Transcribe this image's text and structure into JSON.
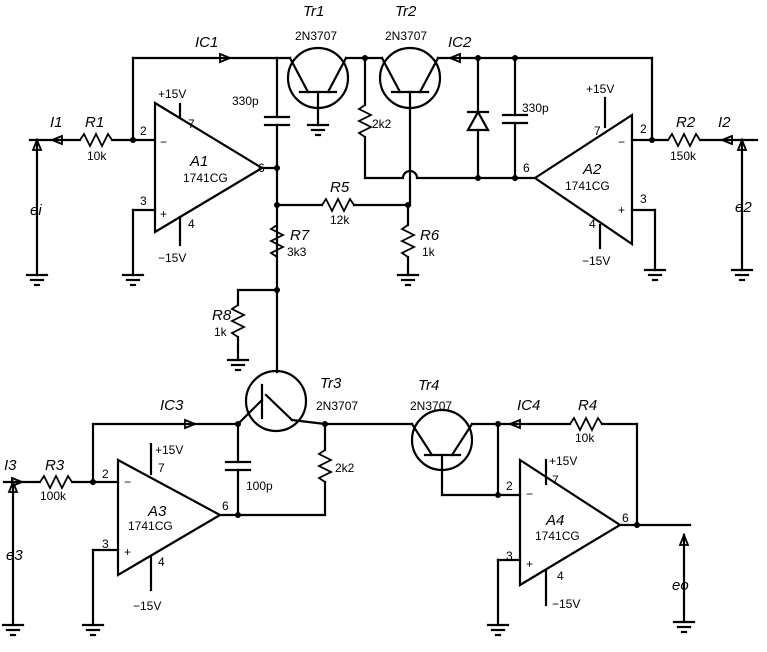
{
  "amp_a1": {
    "label": "A1",
    "part": "1741CG",
    "pos_pin": "7",
    "neg_pin": "4",
    "in_minus": "2",
    "in_plus": "3",
    "out_pin": "6",
    "vpos": "+15V",
    "vneg": "−15V"
  },
  "amp_a2": {
    "label": "A2",
    "part": "1741CG",
    "pos_pin": "7",
    "neg_pin": "4",
    "in_minus": "2",
    "in_plus": "3",
    "out_pin": "6",
    "vpos": "+15V",
    "vneg": "−15V"
  },
  "amp_a3": {
    "label": "A3",
    "part": "1741CG",
    "pos_pin": "7",
    "neg_pin": "4",
    "in_minus": "2",
    "in_plus": "3",
    "out_pin": "6",
    "vpos": "+15V",
    "vneg": "−15V"
  },
  "amp_a4": {
    "label": "A4",
    "part": "1741CG",
    "pos_pin": "7",
    "neg_pin": "4",
    "in_minus": "2",
    "in_plus": "3",
    "out_pin": "6",
    "vpos": "+15V",
    "vneg": "−15V"
  },
  "transistors": {
    "tr1": {
      "label": "Tr1",
      "part": "2N3707"
    },
    "tr2": {
      "label": "Tr2",
      "part": "2N3707"
    },
    "tr3": {
      "label": "Tr3",
      "part": "2N3707"
    },
    "tr4": {
      "label": "Tr4",
      "part": "2N3707"
    }
  },
  "resistors": {
    "r1": {
      "label": "R1",
      "value": "10k"
    },
    "r2": {
      "label": "R2",
      "value": "150k"
    },
    "r3": {
      "label": "R3",
      "value": "100k"
    },
    "r4": {
      "label": "R4",
      "value": "10k"
    },
    "r5": {
      "label": "R5",
      "value": "12k"
    },
    "r6": {
      "label": "R6",
      "value": "1k"
    },
    "r7": {
      "label": "R7",
      "value": "3k3"
    },
    "r8": {
      "label": "R8",
      "value": "1k"
    },
    "r_tr2": {
      "value": "2k2"
    },
    "r_tr3": {
      "value": "2k2"
    }
  },
  "capacitors": {
    "c1": {
      "value": "330p"
    },
    "c2": {
      "value": "330p"
    },
    "c3": {
      "value": "100p"
    }
  },
  "currents": {
    "i1": "I1",
    "i2": "I2",
    "i3": "I3",
    "ic1": "IC1",
    "ic2": "IC2",
    "ic3": "IC3",
    "ic4": "IC4"
  },
  "signals": {
    "ei": "ei",
    "e2": "e2",
    "e3": "e3",
    "eo": "eo"
  }
}
